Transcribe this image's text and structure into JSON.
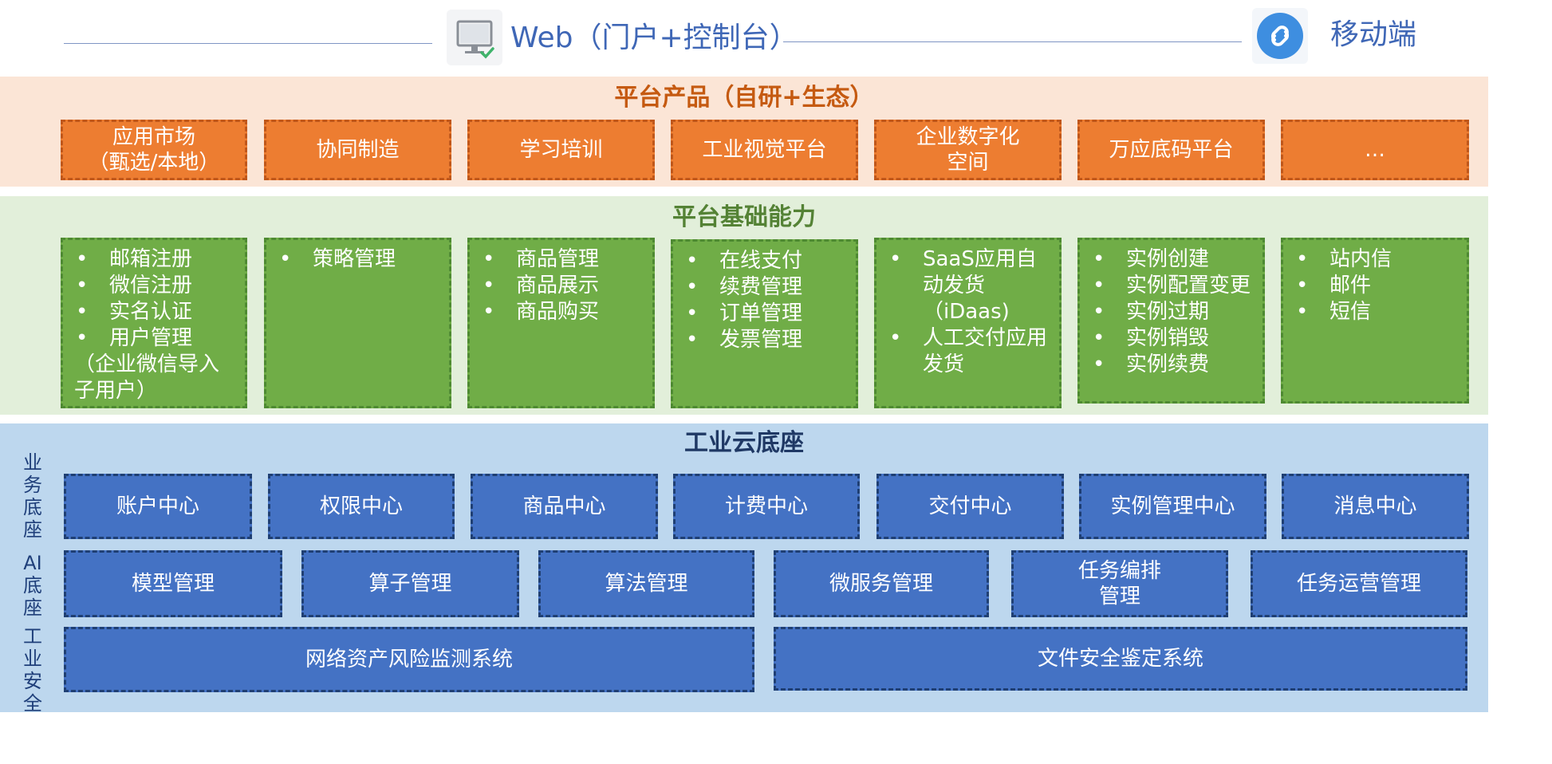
{
  "header": {
    "web_label": "Web（门户+控制台）",
    "mobile_label": "移动端",
    "web_icon": "monitor-check-icon",
    "mobile_icon": "mini-program-link-icon"
  },
  "platform_products": {
    "title": "平台产品（自研+生态）",
    "items": [
      {
        "line1": "应用市场",
        "line2": "（甄选/本地）"
      },
      {
        "line1": "协同制造",
        "line2": ""
      },
      {
        "line1": "学习培训",
        "line2": ""
      },
      {
        "line1": "工业视觉平台",
        "line2": ""
      },
      {
        "line1": "企业数字化",
        "line2": "空间"
      },
      {
        "line1": "万应底码平台",
        "line2": ""
      },
      {
        "line1": "…",
        "line2": ""
      }
    ]
  },
  "platform_capabilities": {
    "title": "平台基础能力",
    "columns": [
      {
        "items": [
          "邮箱注册",
          "微信注册",
          "实名认证",
          "用户管理"
        ],
        "extra": "（企业微信导入子用户）"
      },
      {
        "items": [
          "策略管理"
        ]
      },
      {
        "items": [
          "商品管理",
          "商品展示",
          "商品购买"
        ]
      },
      {
        "items": [
          "在线支付",
          "续费管理",
          "订单管理",
          "发票管理"
        ]
      },
      {
        "items": [
          "SaaS应用自动发货（iDaas)",
          "人工交付应用发货"
        ]
      },
      {
        "items": [
          "实例创建",
          "实例配置变更",
          "实例过期",
          "实例销毁",
          "实例续费"
        ]
      },
      {
        "items": [
          "站内信",
          "邮件",
          "短信"
        ]
      }
    ]
  },
  "industrial_cloud": {
    "title": "工业云底座",
    "side_labels": [
      "业务底座",
      "AI底座",
      "工业安全"
    ],
    "row1": [
      "账户中心",
      "权限中心",
      "商品中心",
      "计费中心",
      "交付中心",
      "实例管理中心",
      "消息中心"
    ],
    "row2": [
      {
        "line1": "模型管理",
        "line2": ""
      },
      {
        "line1": "算子管理",
        "line2": ""
      },
      {
        "line1": "算法管理",
        "line2": ""
      },
      {
        "line1": "微服务管理",
        "line2": ""
      },
      {
        "line1": "任务编排",
        "line2": "管理"
      },
      {
        "line1": "任务运营管理",
        "line2": ""
      }
    ],
    "row3": [
      "网络资产风险监测系统",
      "文件安全鉴定系统"
    ]
  },
  "colors": {
    "products_band": "#fbe5d6",
    "products_box": "#ed7d31",
    "capabilities_band": "#e2efda",
    "capabilities_box": "#70ad47",
    "cloud_band": "#bdd7ee",
    "cloud_box": "#4472c4",
    "products_title": "#c55a11",
    "capabilities_title": "#548235",
    "cloud_title": "#1f3864"
  }
}
